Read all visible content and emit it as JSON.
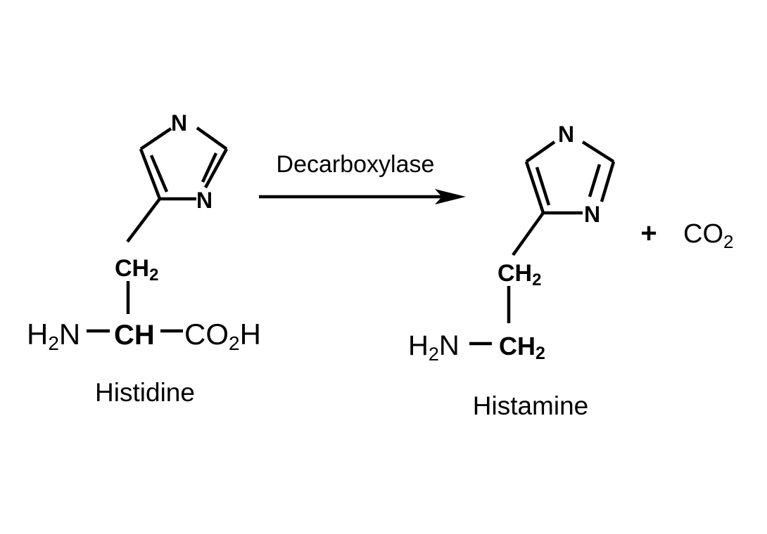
{
  "reaction": {
    "enzyme_label": "Decarboxylase",
    "plus_sign": "+"
  },
  "histidine": {
    "name": "Histidine",
    "ring_n_top": "N",
    "ring_n_right": "N",
    "ch2": {
      "main": "CH",
      "sub": "2"
    },
    "amine": {
      "h": "H",
      "sub": "2",
      "n": "N"
    },
    "ch": "CH",
    "carboxyl": {
      "co": "CO",
      "sub": "2",
      "h": "H"
    }
  },
  "histamine": {
    "name": "Histamine",
    "ring_n_top": "N",
    "ring_n_right": "N",
    "ch2_upper": {
      "main": "CH",
      "sub": "2"
    },
    "amine": {
      "h": "H",
      "sub": "2",
      "n": "N"
    },
    "ch2_lower": {
      "main": "CH",
      "sub": "2"
    }
  },
  "byproduct": {
    "co": "CO",
    "sub": "2"
  }
}
